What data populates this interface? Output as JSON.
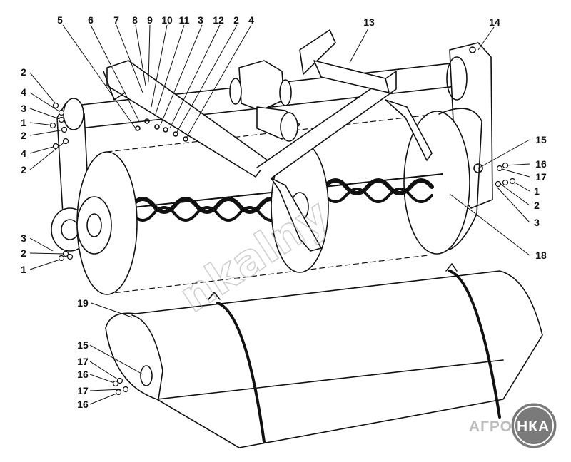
{
  "diagram": {
    "callouts": {
      "c5": "5",
      "c6": "6",
      "c7": "7",
      "c8": "8",
      "c9": "9",
      "c10": "10",
      "c11": "11",
      "c3top": "3",
      "c12": "12",
      "c2top": "2",
      "c4top": "4",
      "c13": "13",
      "c14": "14",
      "l2a": "2",
      "l4a": "4",
      "l3a": "3",
      "l1a": "1",
      "l2b": "2",
      "l4b": "4",
      "l2c": "2",
      "l3b": "3",
      "l2d": "2",
      "l1b": "1",
      "r15": "15",
      "r16": "16",
      "r17": "17",
      "r1": "1",
      "r2": "2",
      "r3": "3",
      "r18": "18",
      "c19": "19",
      "b15": "15",
      "b17a": "17",
      "b16a": "16",
      "b17b": "17",
      "b16b": "16"
    },
    "watermark": "nkalny",
    "brand": {
      "left": "АГРО",
      "right": "НКА"
    },
    "colors": {
      "line": "#111111",
      "brand_badge": "#7a7a7a",
      "watermark": "#b8b8b8"
    }
  }
}
